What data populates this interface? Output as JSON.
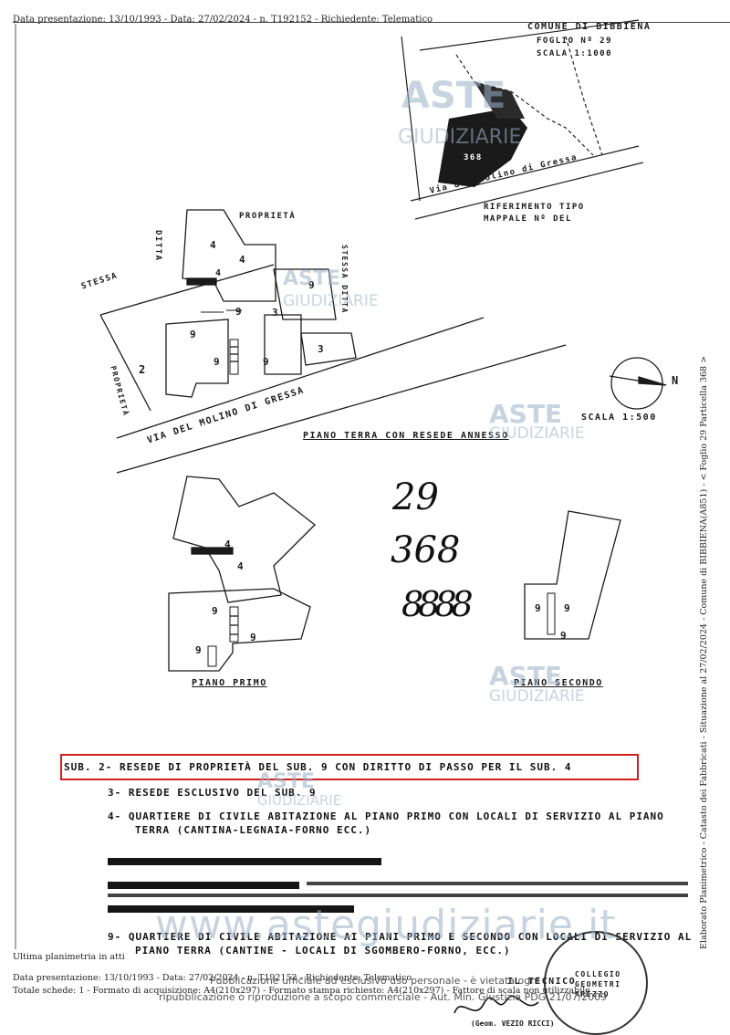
{
  "header": {
    "line": "Data presentazione: 13/10/1993 - Data: 27/02/2024 - n. T192152 - Richiedente: Telematico"
  },
  "location_box": {
    "comune": "COMUNE DI BIBBIENA",
    "foglio": "FOGLIO Nº 29",
    "scala": "SCALA 1:1000",
    "parcel": "368",
    "street": "Via del Molino di Gressa",
    "riferimento_1": "RIFERIMENTO TIPO",
    "riferimento_2": "MAPPALE Nº DEL"
  },
  "plan_labels": {
    "proprieta_top": "PROPRIETÀ",
    "ditta_left": "DITTA",
    "ditta_right": "STESSA DITTA",
    "stessa": "STESSA",
    "proprieta_side": "PROPRIETÀ",
    "street": "VIA DEL MOLINO DI GRESSA",
    "north": "N",
    "scala": "SCALA 1:500",
    "piano_terra": "PIANO TERRA CON RESEDE ANNESSO",
    "piano_primo": "PIANO PRIMO",
    "piano_secondo": "PIANO SECONDO"
  },
  "handwritten": {
    "foglio": "29",
    "particella": "368",
    "scribble": "8888"
  },
  "numbers": {
    "n2": "2",
    "n3": "3",
    "n4": "4",
    "n9": "9"
  },
  "legend": {
    "sub2": "SUB. 2- RESEDE DI PROPRIETÀ DEL SUB. 9     CON DIRITTO DI PASSO PER IL SUB. 4",
    "sub3": "3- RESEDE ESCLUSIVO DEL SUB. 9",
    "sub4_1": "4- QUARTIERE DI CIVILE ABITAZIONE AL PIANO PRIMO CON LOCALI DI SERVIZIO AL PIANO",
    "sub4_2": "TERRA (CANTINA-LEGNAIA-FORNO ECC.)",
    "sub9_1": "9- QUARTIERE DI CIVILE ABITAZIONE AI PIANI PRIMO E SECONDO CON LOCALI DI SERVIZIO AL",
    "sub9_2": "PIANO TERRA (CANTINE - LOCALI DI SGOMBERO-FORNO, ECC.)"
  },
  "stamp": {
    "tecnico": "IL TECNICO",
    "collegio": "COLLEGIO GEOMETRI AREZZO",
    "firma": "(Geom. VEZIO RICCI)"
  },
  "watermarks": {
    "aste": "ASTE",
    "giudiziarie": "GIUDIZIARIE",
    "site": "www.astegiudiziarie.it"
  },
  "side_text": "Elaborato Planimetrico - Catasto dei Fabbricati - Situazione al 27/02/2024 - Comune di BIBBIENA(A851) - < Foglio 29 Particella 368 >",
  "footer": {
    "ultima": "Ultima planimetria in atti",
    "data_line": "Data presentazione: 13/10/1993 - Data: 27/02/2024 - n. T192152 - Richiedente: Telematico",
    "schede_line": "Totale schede: 1 - Formato di acquisizione: A4(210x297) - Formato stampa richiesto: A4(210x297) - Fattore di scala non utilizzabile",
    "notice_1": "Pubblicazione ufficiale ad esclusivo uso personale - è vietata ogni",
    "notice_2": "ripubblicazione o riproduzione a scopo commerciale - Aut. Min. Giustizia PDG 21/07/2009"
  }
}
